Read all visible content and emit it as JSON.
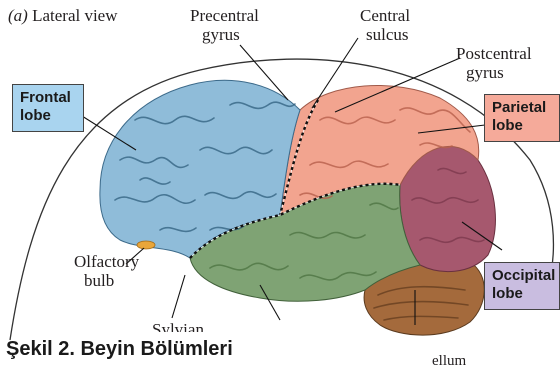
{
  "panel_title": {
    "letter": "(a)",
    "text": "Lateral view"
  },
  "labels": {
    "precentral": [
      "Precentral",
      "gyrus"
    ],
    "central": [
      "Central",
      "sulcus"
    ],
    "postcentral": [
      "Postcentral",
      "gyrus"
    ],
    "olfactory": [
      "Olfactory",
      "bulb"
    ],
    "sylvian": "Sylvian",
    "cerebellum_partial": "ellum"
  },
  "lobes": {
    "frontal": {
      "lines": [
        "Frontal",
        "lobe"
      ],
      "color": "#a9d4ef",
      "fill": "#8fbcd9"
    },
    "parietal": {
      "lines": [
        "Parietal",
        "lobe"
      ],
      "color": "#f5aa9a",
      "fill": "#f2a48f"
    },
    "occipital": {
      "lines": [
        "Occipital",
        "lobe"
      ],
      "color": "#c9bde0",
      "fill": "#a6586e"
    },
    "temporal": {
      "fill": "#7fa374"
    },
    "cerebellum": {
      "fill": "#a46a3c"
    }
  },
  "caption": "Şekil 2. Beyin Bölümleri"
}
